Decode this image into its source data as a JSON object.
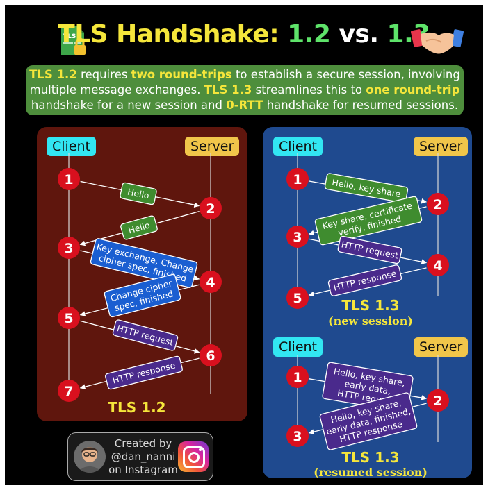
{
  "title": {
    "part1": "TLS Handshake: ",
    "v12": "1.2",
    "vs": " vs. ",
    "v13": "1.3"
  },
  "intro": {
    "s1": "TLS 1.2",
    "s2": " requires ",
    "s3": "two round-trips",
    "s4": " to establish a secure session, involving multiple message exchanges. ",
    "s5": "TLS 1.3",
    "s6": " streamlines this to ",
    "s7": "one round-trip",
    "s8": " handshake for a new session and ",
    "s9": "0-RTT",
    "s10": " handshake for resumed sessions."
  },
  "icon_labels": {
    "file_badge": "TLS"
  },
  "colors": {
    "background": "#000000",
    "panel_tls12": "#5f160d",
    "panel_tls13": "#1f4a8f",
    "client": "#32e6f2",
    "server": "#f1c64a",
    "step": "#d9101e",
    "msg_green": "#3f8c2f",
    "msg_blue": "#1a5ed1",
    "msg_purple": "#4a2a8c",
    "accent_yellow": "#f5e63b"
  },
  "panels": {
    "tls12": {
      "client": "Client",
      "server": "Server",
      "caption": "TLS 1.2",
      "steps": [
        "1",
        "2",
        "3",
        "4",
        "5",
        "6",
        "7"
      ],
      "messages": [
        {
          "lines": [
            "Hello"
          ],
          "color": "green"
        },
        {
          "lines": [
            "Hello"
          ],
          "color": "green"
        },
        {
          "lines": [
            "Key exchange, Change",
            "cipher spec, finished"
          ],
          "color": "blue"
        },
        {
          "lines": [
            "Change cipher",
            "spec, finished"
          ],
          "color": "blue"
        },
        {
          "lines": [
            "HTTP request"
          ],
          "color": "purple"
        },
        {
          "lines": [
            "HTTP response"
          ],
          "color": "purple"
        }
      ]
    },
    "tls13_new": {
      "client": "Client",
      "server": "Server",
      "caption": "TLS 1.3",
      "subcaption": "(new session)",
      "steps": [
        "1",
        "2",
        "3",
        "4",
        "5"
      ],
      "messages": [
        {
          "lines": [
            "Hello, key share"
          ],
          "color": "green"
        },
        {
          "lines": [
            "Key share, certificate",
            "verify, finished"
          ],
          "color": "green"
        },
        {
          "lines": [
            "HTTP request"
          ],
          "color": "purple"
        },
        {
          "lines": [
            "HTTP response"
          ],
          "color": "purple"
        }
      ]
    },
    "tls13_resumed": {
      "client": "Client",
      "server": "Server",
      "caption": "TLS 1.3",
      "subcaption": "(resumed session)",
      "steps": [
        "1",
        "2",
        "3"
      ],
      "messages": [
        {
          "lines": [
            "Hello, key share,",
            "early data,",
            "HTTP request"
          ],
          "color": "purple"
        },
        {
          "lines": [
            "Hello, key share,",
            "early data, finished,",
            "HTTP response"
          ],
          "color": "purple"
        }
      ]
    }
  },
  "credit": {
    "line1": "Created by",
    "line2": "@dan_nanni",
    "line3": "on Instagram"
  }
}
